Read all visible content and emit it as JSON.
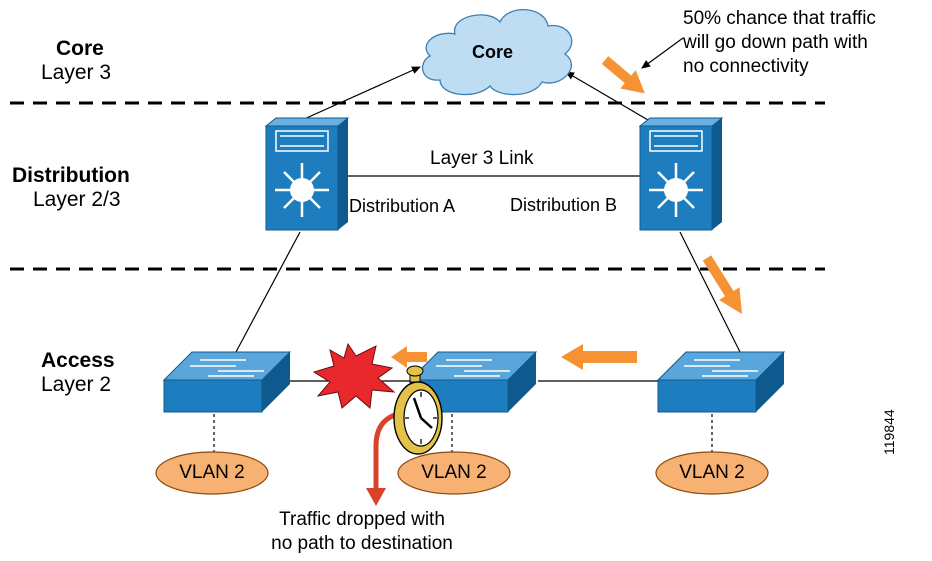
{
  "tiers": [
    {
      "name": "Core",
      "layer": "Layer 3"
    },
    {
      "name": "Distribution",
      "layer": "Layer 2/3"
    },
    {
      "name": "Access",
      "layer": "Layer 2"
    }
  ],
  "cloud_label": "Core",
  "link_label": "Layer 3 Link",
  "distribution": {
    "a": "Distribution A",
    "b": "Distribution B"
  },
  "vlans": [
    "VLAN 2",
    "VLAN 2",
    "VLAN 2"
  ],
  "annotation_top": [
    "50% chance that traffic",
    "will go down path with",
    "no connectivity"
  ],
  "annotation_bottom": [
    "Traffic dropped with",
    "no path to destination"
  ],
  "figure_id": "119844",
  "colors": {
    "switch_blue": "#1E7DBE",
    "switch_dark": "#0E5A8E",
    "cloud_fill": "#BFDDF2",
    "vlan_fill": "#F7B273",
    "arrow_orange": "#F49234",
    "drop_arrow_red": "#D9432B",
    "burst_red": "#E8282D",
    "clock_gold": "#E3C24A"
  },
  "icons": [
    "cloud-icon",
    "multilayer-switch-icon",
    "workgroup-switch-icon",
    "explosion-icon",
    "stopwatch-icon"
  ]
}
